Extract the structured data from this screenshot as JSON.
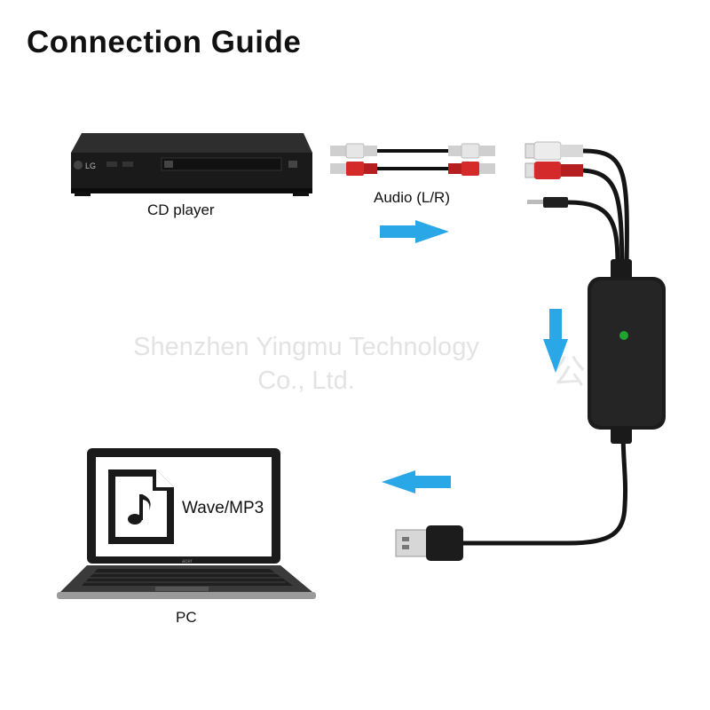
{
  "title": "Connection Guide",
  "labels": {
    "cd_player": "CD player",
    "audio": "Audio (L/R)",
    "pc": "PC",
    "screen_text": "Wave/MP3"
  },
  "watermark": {
    "line1": "Shenzhen Yingmu Technology",
    "line2": "Co., Ltd.",
    "cn": "公司"
  },
  "device_marks": {
    "cd_brand": "LG",
    "laptop_brand": "acer"
  },
  "colors": {
    "arrow": "#2aa7e6",
    "rca_red": "#d42a2a",
    "rca_white": "#e8e8e8",
    "device_body": "#1c1c1c"
  },
  "icons": [
    "music-file-icon",
    "flow-arrow-right-icon",
    "flow-arrow-down-icon",
    "flow-arrow-left-icon"
  ]
}
